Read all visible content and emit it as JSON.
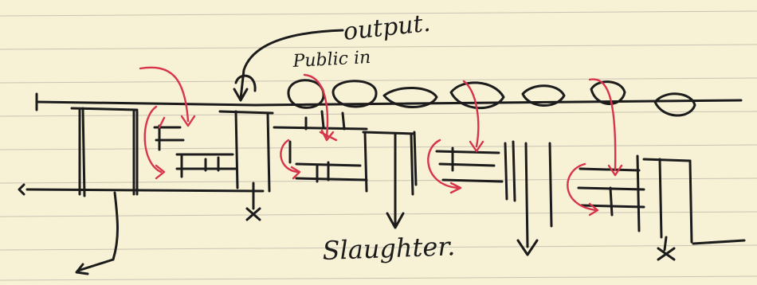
{
  "sketch": {
    "labels": {
      "output": "output.",
      "public_in": "Public in",
      "slaughter": "Slaughter."
    },
    "colors": {
      "paper": "#f7f1d6",
      "ruling": "#c9c4b4",
      "ink": "#1c1c1c",
      "red_ink": "#d8344c"
    }
  }
}
